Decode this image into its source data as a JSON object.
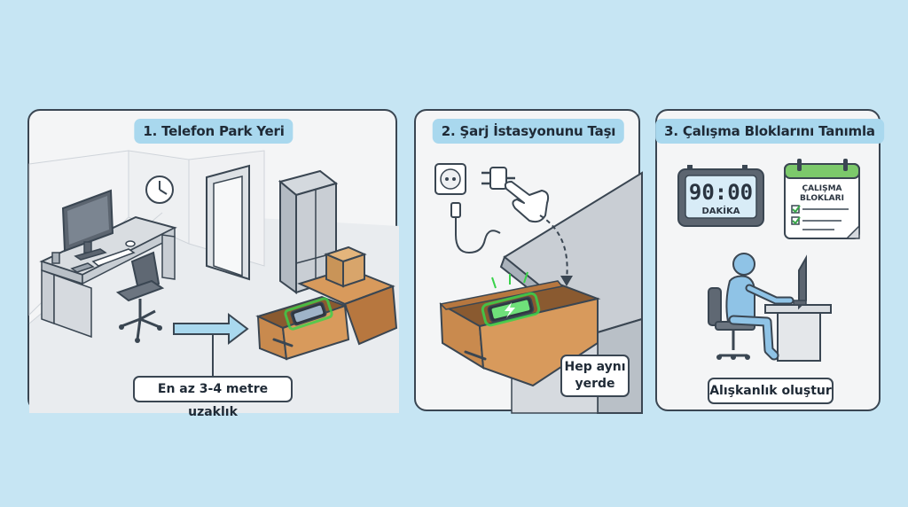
{
  "panels": [
    {
      "title": "1. Telefon Park Yeri",
      "callout": "En az 3-4 metre uzaklık",
      "icons": [
        "desk-icon",
        "monitor-icon",
        "office-chair-icon",
        "wall-clock-icon",
        "doorway-icon",
        "wardrobe-icon",
        "cardboard-box-icon",
        "drawer-icon",
        "phone-icon",
        "arrow-right-icon"
      ]
    },
    {
      "title": "2. Şarj İstasyonunu Taşı",
      "callout_lines": [
        "Hep aynı",
        "yerde"
      ],
      "icons": [
        "wall-socket-icon",
        "charger-plug-icon",
        "usb-cable-icon",
        "hand-pointer-icon",
        "curved-arrow-icon",
        "desk-icon",
        "drawer-icon",
        "charging-phone-icon"
      ]
    },
    {
      "title": "3. Çalışma Bloklarını Tanımla",
      "timer": {
        "value": "90:00",
        "unit": "DAKİKA"
      },
      "calendar": {
        "lines": [
          "ÇALIŞMA",
          "BLOKLARI"
        ]
      },
      "callout": "Alışkanlık oluştur",
      "icons": [
        "digital-timer-icon",
        "calendar-checklist-icon",
        "person-working-icon",
        "monitor-icon",
        "desk-icon",
        "office-chair-icon"
      ]
    }
  ],
  "colors": {
    "background": "#c6e5f3",
    "panel": "#f4f5f6",
    "title_badge": "#a9d8ee",
    "outline": "#3a4652",
    "wood": "#c98a4e",
    "glow": "#39d24a",
    "person": "#8fc3e6"
  }
}
